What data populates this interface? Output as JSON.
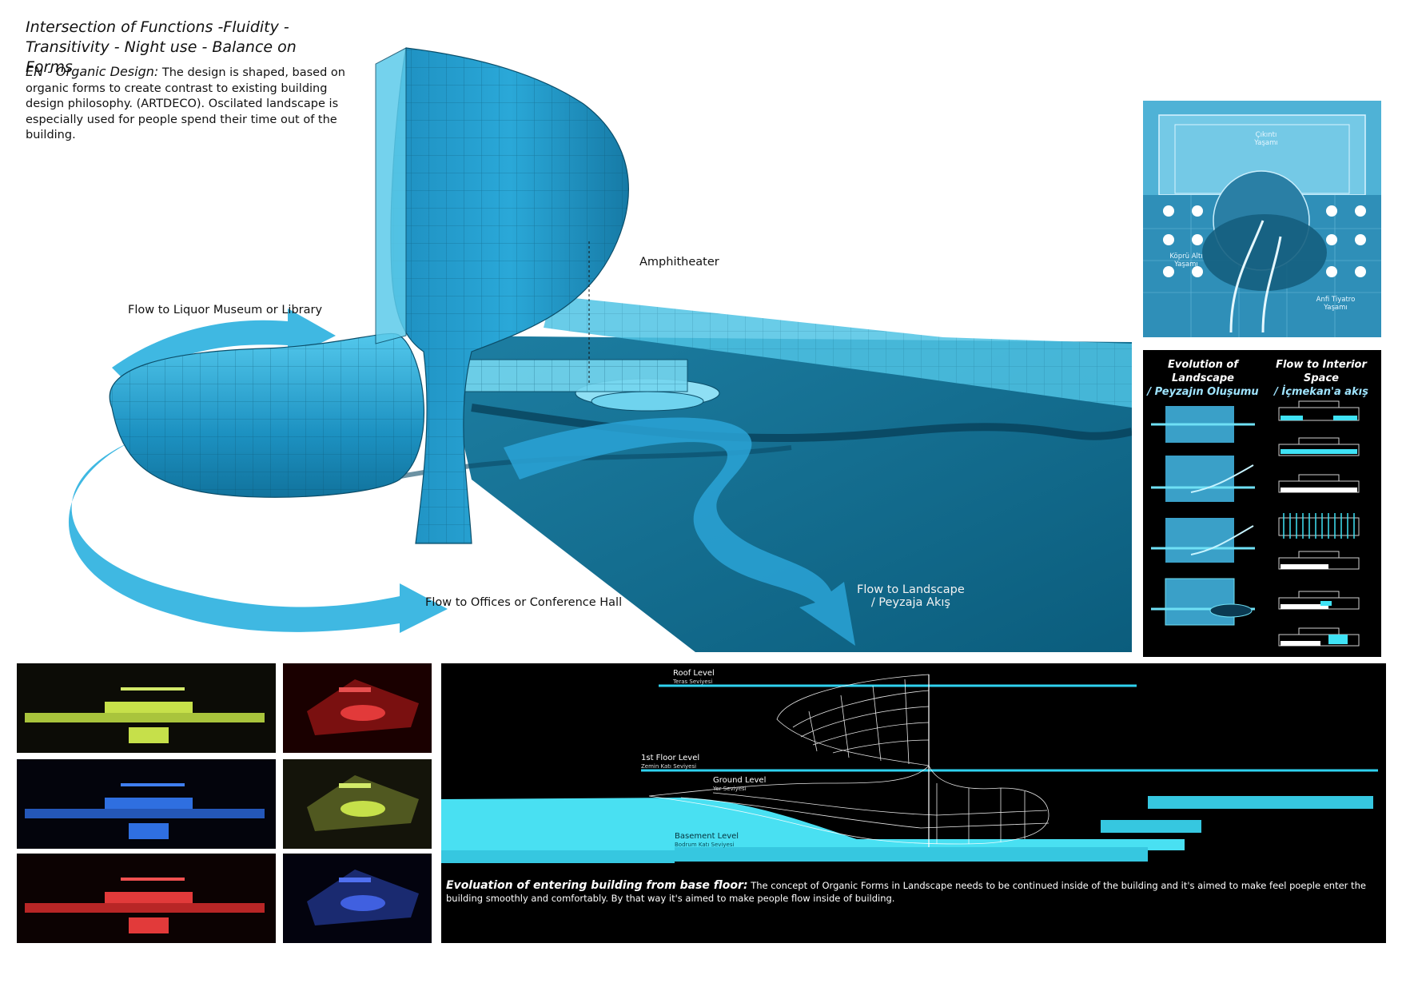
{
  "heading": "Intersection of Functions -Fluidity - Transitivity - Night use - Balance on Forms",
  "intro": {
    "lead": "EN - Organic Design:",
    "body": " The design is shaped, based on organic forms to create contrast to existing building design philosophy. (ARTDECO). Oscilated landscape is especially used for people spend their time out of the building."
  },
  "main_labels": {
    "amphitheater": "Amphitheater",
    "flow_museum": "Flow  to Liquor Museum or Library",
    "flow_offices": "Flow  to Offices or Conference Hall",
    "flow_landscape": "Flow to Landscape",
    "flow_landscape_tr": "/ Peyzaja Akış"
  },
  "plan_labels": {
    "cikinti": "Çıkıntı",
    "cikinti_sub": "Yaşamı",
    "kopru": "Köprü Altı",
    "kopru_sub": "Yaşamı",
    "anfi": "Anfi Tiyatro",
    "anfi_sub": "Yaşamı"
  },
  "evolution": {
    "landscape_title": "Evolution of Landscape",
    "landscape_title_tr": "/ Peyzajın Oluşumu",
    "interior_title": "Flow to Interior Space",
    "interior_title_tr": "/ İçmekan'a akış"
  },
  "section": {
    "roof": "Roof Level",
    "roof_tr": "Teras Seviyesi",
    "first": "1st Floor Level",
    "first_tr": "Zemin Katı Seviyesi",
    "ground": "Ground Level",
    "ground_tr": "Yer Seviyesi",
    "basement": "Basement Level",
    "basement_tr": "Bodrum Katı Seviyesi"
  },
  "caption": {
    "lead": "Evoluation of entering building from base floor:",
    "body": " The concept of Organic Forms in Landscape needs to be continued inside of the building and it's aimed to make feel poeple enter the building smoothly and comfortably. By that way it's aimed to make people flow  inside of building."
  },
  "colors": {
    "accent": "#2aa8d8",
    "deep": "#0e6a8c",
    "cyan": "#3fe2f5",
    "night_yellow": "#c6e04a",
    "night_blue": "#2f6fe0",
    "night_red": "#e23a3a"
  }
}
